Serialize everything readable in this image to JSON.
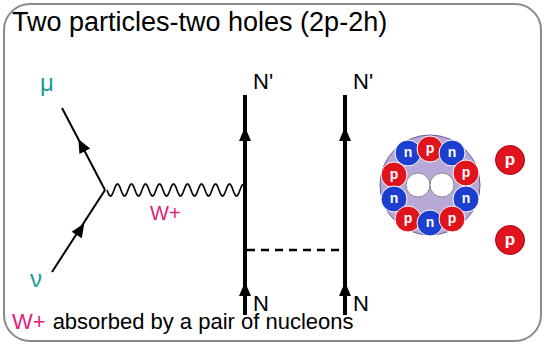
{
  "diagram": {
    "title": "Two particles-two holes (2p-2h)",
    "caption": "absorbed by a pair of nucleons",
    "nodes": [
      {
        "text": [
          "p"
        ]
      },
      {
        "text": [
          "p"
        ]
      }
    ],
    "labels": [
      "μ",
      "ν",
      "W+",
      "N'",
      "N'",
      "N",
      "N",
      "n",
      "p",
      "n",
      "p",
      "p",
      "n",
      "n",
      "p",
      "n",
      "p",
      "W+"
    ]
  }
}
